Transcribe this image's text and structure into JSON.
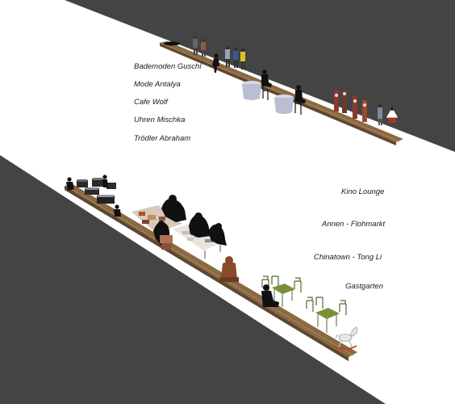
{
  "upper_labels": [
    {
      "id": "bademoden",
      "text": "Bademoden Guschl"
    },
    {
      "id": "mode",
      "text": "Mode Antalya"
    },
    {
      "id": "cafe",
      "text": "Cafe Wolf"
    },
    {
      "id": "uhren",
      "text": "Uhren Mischka"
    },
    {
      "id": "troedler",
      "text": "Trödler Abraham"
    }
  ],
  "lower_labels": [
    {
      "id": "kino",
      "text": "Kino Lounge"
    },
    {
      "id": "annen",
      "text": "Annen - Flohmarkt"
    },
    {
      "id": "chinatown",
      "text": "Chinatown -  Tong Li"
    },
    {
      "id": "gastgarten",
      "text": "Gastgarten"
    }
  ],
  "colors": {
    "background": "#ffffff",
    "dark_plane": "#444444",
    "bench_wood": "#8a6a43",
    "bench_dark": "#5e4630",
    "silhouette": "#111111",
    "table_cloth": "#b9bed2",
    "chair_green": "#4f6b2e",
    "table_green": "#7a8f3a",
    "clock_red": "#8b3a2e",
    "statue_brown": "#8a4a2a"
  },
  "icons": [
    "person-silhouette",
    "round-table",
    "bistro-chair",
    "clock-stall",
    "rocking-horse",
    "lounge-furniture",
    "flea-market-table",
    "buddha-statue"
  ]
}
